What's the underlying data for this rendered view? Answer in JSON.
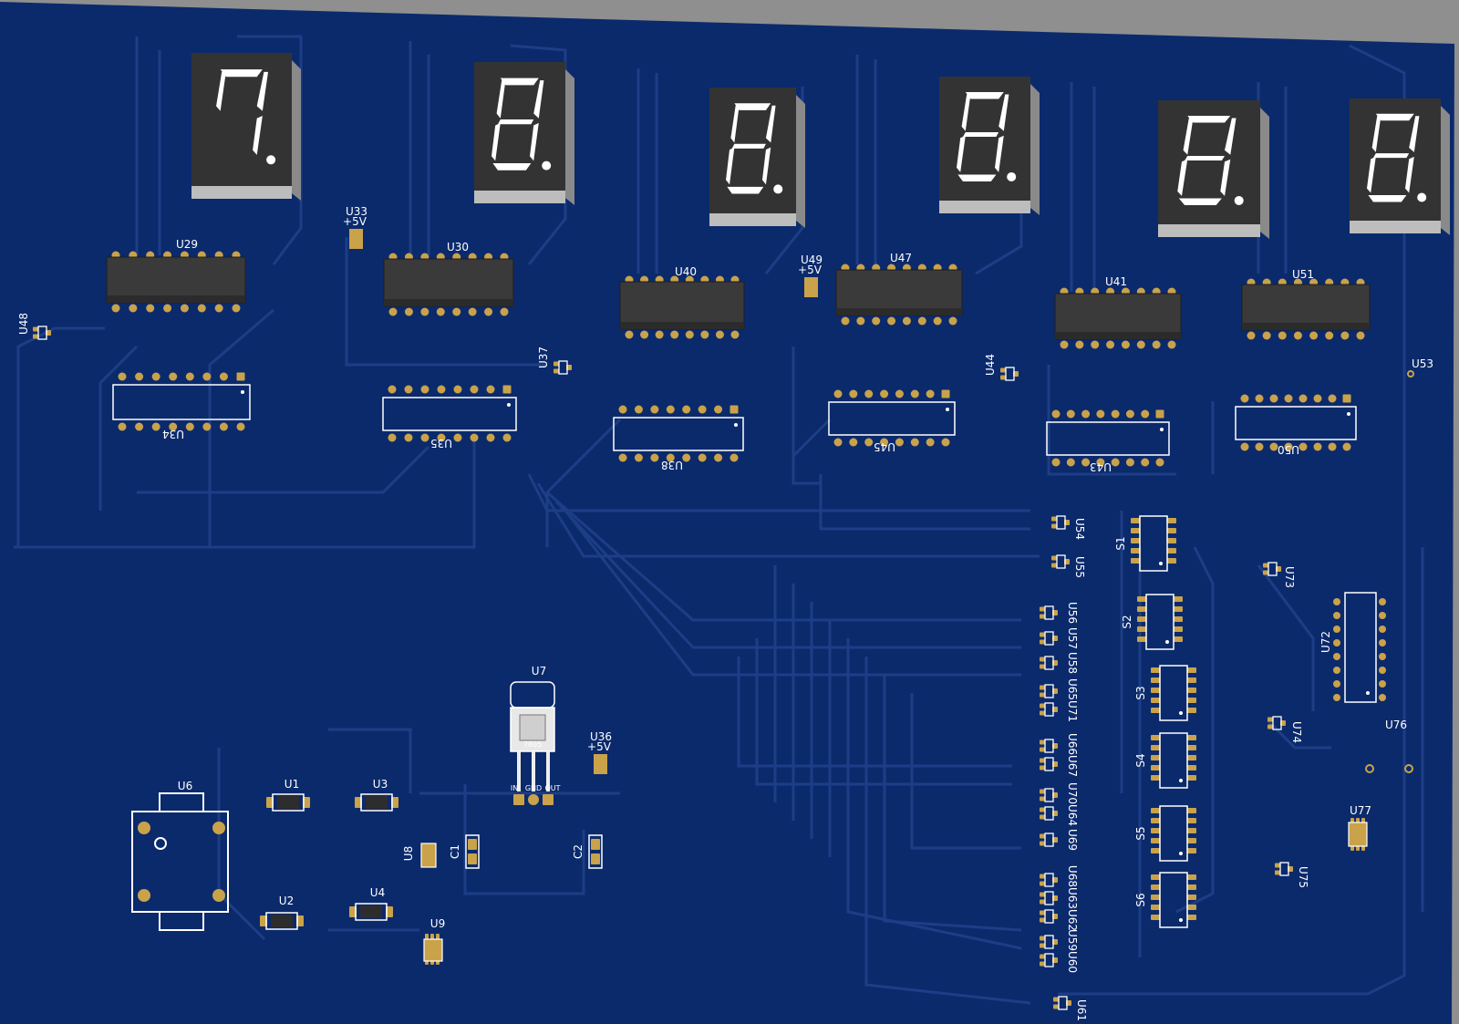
{
  "board": {
    "color": "#0b2a6c",
    "trace_color": "#1d3e86",
    "pad_color": "#c9a24a",
    "silk_color": "#ffffff",
    "body_color": "#3a3a3a"
  },
  "displays": [
    {
      "digit": "7."
    },
    {
      "digit": "8."
    },
    {
      "digit": "8."
    },
    {
      "digit": "8."
    },
    {
      "digit": "8."
    },
    {
      "digit": "8."
    }
  ],
  "driver_chips": [
    "U29",
    "U30",
    "U40",
    "U47",
    "U41",
    "U51"
  ],
  "socket_chips": [
    "U34",
    "U35",
    "U38",
    "U45",
    "U43",
    "U50"
  ],
  "switches": [
    "S1",
    "S2",
    "S3",
    "S4",
    "S5",
    "S6"
  ],
  "net_labels": {
    "plus5v": "+5V"
  },
  "regulator": {
    "ref": "U7",
    "part": "7805",
    "pins": [
      "IN",
      "GND",
      "OUT"
    ]
  },
  "connector": {
    "ref": "U6"
  },
  "diodes": [
    "U1",
    "U3",
    "U2",
    "U4"
  ],
  "capacitors": [
    "C1",
    "C2"
  ],
  "misc_refs": {
    "u8": "U8",
    "u9": "U9",
    "u33": "U33",
    "u36": "U36",
    "u49": "U49",
    "u48": "U48",
    "u37": "U37",
    "u44": "U44",
    "u53": "U53",
    "u72": "U72",
    "u73": "U73",
    "u74": "U74",
    "u75": "U75",
    "u76": "U76",
    "u77": "U77",
    "u54": "U54",
    "u55": "U55",
    "u56": "U56",
    "u57": "U57",
    "u58": "U58",
    "u65": "U65",
    "u71": "U71",
    "u66": "U66",
    "u67": "U67",
    "u70": "U70",
    "u64": "U64",
    "u69": "U69",
    "u68": "U68",
    "u63": "U63",
    "u62": "U62",
    "u59": "U59",
    "u60": "U60",
    "u61": "U61"
  },
  "transistor_groups": [
    {
      "label": "U56",
      "count": 1
    },
    {
      "label": "U57",
      "count": 1
    },
    {
      "label": "U58",
      "count": 1
    },
    {
      "label": "U65U71",
      "count": 2
    },
    {
      "label": "U66U67",
      "count": 2
    },
    {
      "label": "U70U64",
      "count": 2
    },
    {
      "label": "U69",
      "count": 1
    },
    {
      "label": "U68U63U62",
      "count": 3
    },
    {
      "label": "U59U60",
      "count": 2
    }
  ]
}
